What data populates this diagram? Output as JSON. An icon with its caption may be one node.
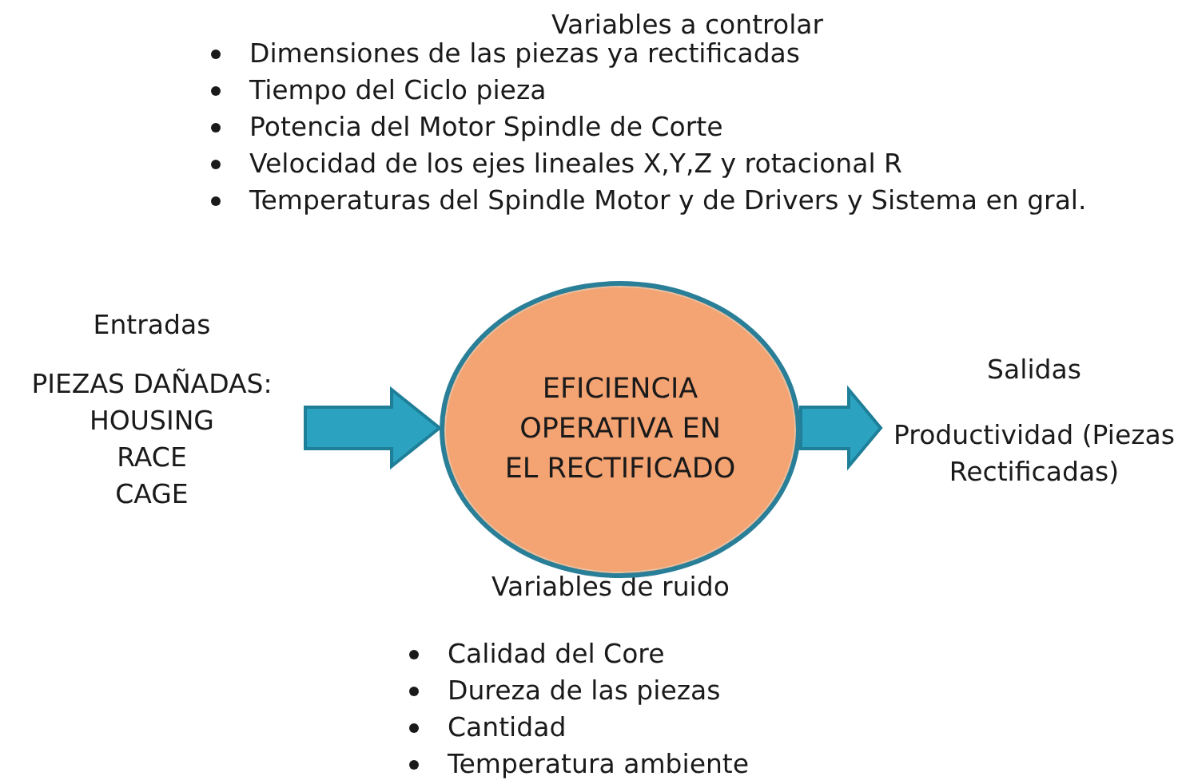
{
  "diagram": {
    "nodes": [
      {
        "text": [
          "Entradas",
          "PIEZAS DAÑADAS:",
          "HOUSING",
          "RACE",
          "CAGE"
        ]
      },
      {
        "text": [
          "EFICIENCIA OPERATIVA EN EL RECTIFICADO"
        ]
      },
      {
        "text": [
          "Salidas",
          "Productividad (Piezas Rectificadas)"
        ]
      }
    ],
    "edges": [
      {
        "from": 0,
        "to": 1,
        "arrow": "to",
        "style": "thick"
      },
      {
        "from": 1,
        "to": 2,
        "arrow": "to",
        "style": "thick"
      }
    ],
    "labels": [
      "Variables a controlar",
      "Dimensiones de las piezas ya rectificadas",
      "Tiempo del Ciclo pieza",
      "Potencia del Motor Spindle de Corte",
      "Velocidad de los ejes lineales X,Y,Z y rotacional R",
      "Temperaturas del Spindle Motor y de Drivers y Sistema en gral.",
      "Variables de ruido",
      "Calidad del Core",
      "Dureza de las piezas",
      "Cantidad",
      "Temperatura ambiente"
    ]
  }
}
